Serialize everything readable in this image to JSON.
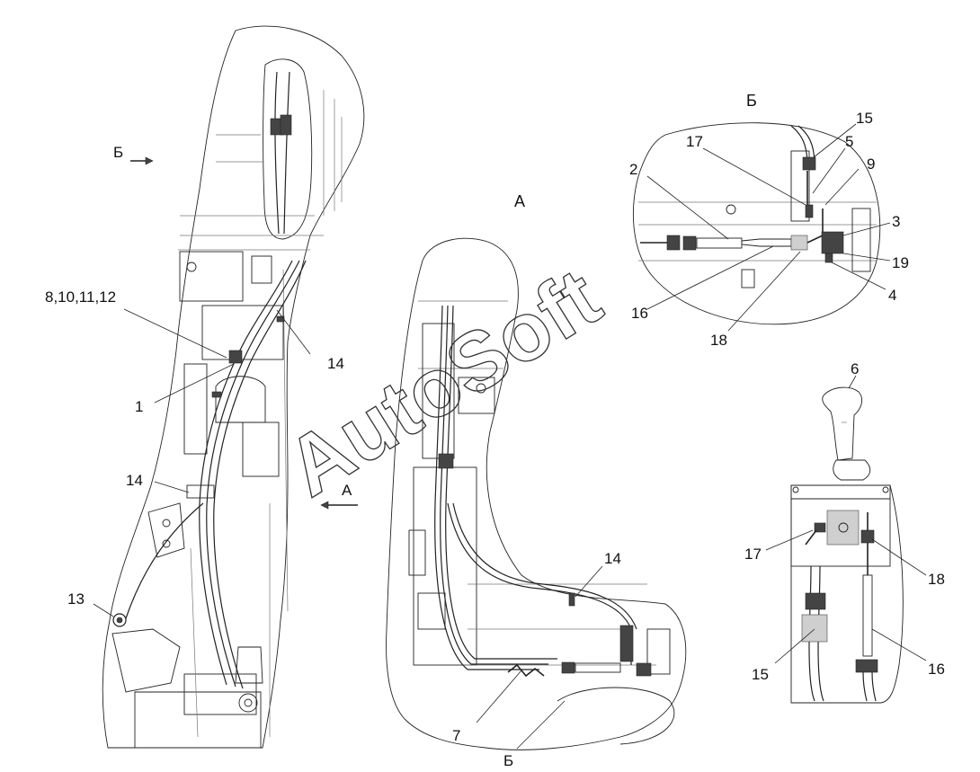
{
  "views": {
    "main": {
      "section_marker_b": "Б",
      "section_marker_a": "А",
      "labels": [
        "8,10,11,12",
        "1",
        "14",
        "14",
        "13"
      ]
    },
    "view_a": {
      "title": "А",
      "labels": [
        "14",
        "7",
        "Б"
      ]
    },
    "view_b": {
      "title": "Б",
      "labels": [
        "15",
        "17",
        "5",
        "9",
        "2",
        "3",
        "19",
        "4",
        "16",
        "18"
      ]
    },
    "lever_view": {
      "labels": [
        "6",
        "17",
        "18",
        "15",
        "16"
      ]
    }
  },
  "watermark": "AutoSoft"
}
